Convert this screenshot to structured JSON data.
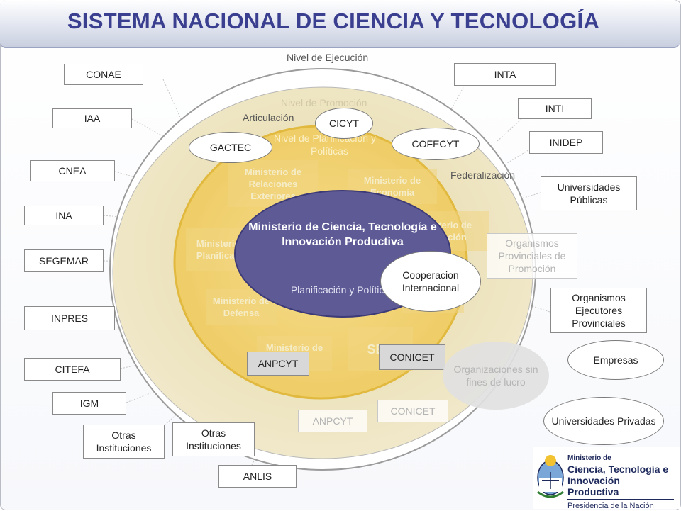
{
  "title": "SISTEMA NACIONAL DE CIENCIA Y TECNOLOGÍA",
  "levels": {
    "ejecucion": "Nivel de Ejecución",
    "promocion": "Nivel de Promoción",
    "planificacion_line1": "Nivel de Planificación y",
    "planificacion_line2": "Políticas",
    "articulacion": "Articulación",
    "federalizacion": "Federalización"
  },
  "left_institutions": [
    "CONAE",
    "IAA",
    "CNEA",
    "INA",
    "SEGEMAR",
    "INPRES",
    "CITEFA",
    "IGM"
  ],
  "otras": "Otras Instituciones",
  "anlis": "ANLIS",
  "right_institutions": {
    "inta": "INTA",
    "inti": "INTI",
    "inidep": "INIDEP",
    "universidades_publicas": "Universidades Públicas",
    "organismos_prov_promocion": "Organismos Provinciales de Promoción",
    "organismos_ejecutores": "Organismos Ejecutores Provinciales",
    "empresas": "Empresas",
    "universidades_privadas": "Universidades Privadas",
    "organizaciones": "Organizaciones sin fines de lucro"
  },
  "ministries": {
    "relaciones": "Ministerio de Relaciones Exteriores",
    "economia": "Ministerio de Economía",
    "planificacion": "Ministerio de Planificación",
    "educacion": "Ministerio de Educación",
    "defensa": "Ministerio de Defensa",
    "salud": "Ministerio de Salud",
    "sec": "SEC"
  },
  "nodes": {
    "cicyt": "CICYT",
    "gactec": "GACTEC",
    "cofecyt": "COFECYT",
    "cooperacion": "Cooperacion Internacional",
    "anpcyt": "ANPCYT",
    "conicet": "CONICET"
  },
  "center": {
    "title": "Ministerio de Ciencia, Tecnología e Innovación Productiva",
    "subtitle": "Planificación y Políticas"
  },
  "logo": {
    "line1": "Ministerio de",
    "line2": "Ciencia, Tecnología e Innovación Productiva",
    "line3": "Presidencia de la Nación"
  },
  "colors": {
    "title": "#3b3f8f",
    "center": "#5d5a96",
    "outer_ring": "#efe5c2",
    "inner_ring": "#f2d97d"
  }
}
